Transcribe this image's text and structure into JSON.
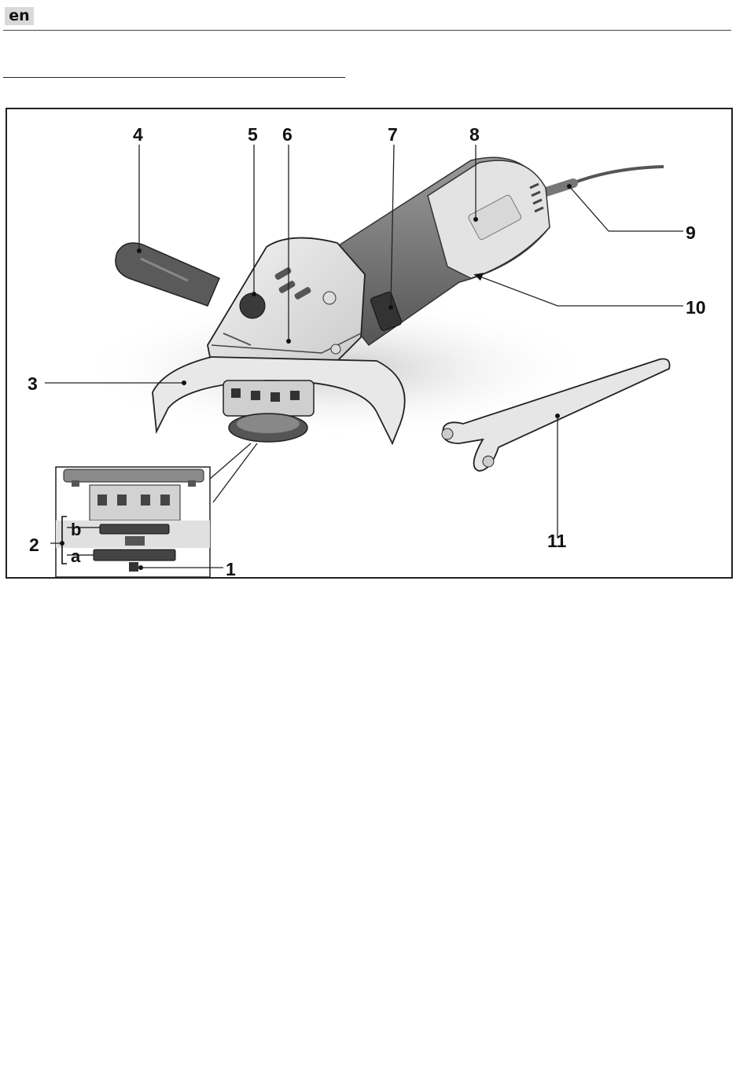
{
  "header": {
    "language_code": "en"
  },
  "figure": {
    "callouts": [
      "1",
      "2",
      "3",
      "4",
      "5",
      "6",
      "7",
      "8",
      "9",
      "10",
      "11"
    ],
    "detail_labels": {
      "upper": "b",
      "lower": "a"
    }
  }
}
